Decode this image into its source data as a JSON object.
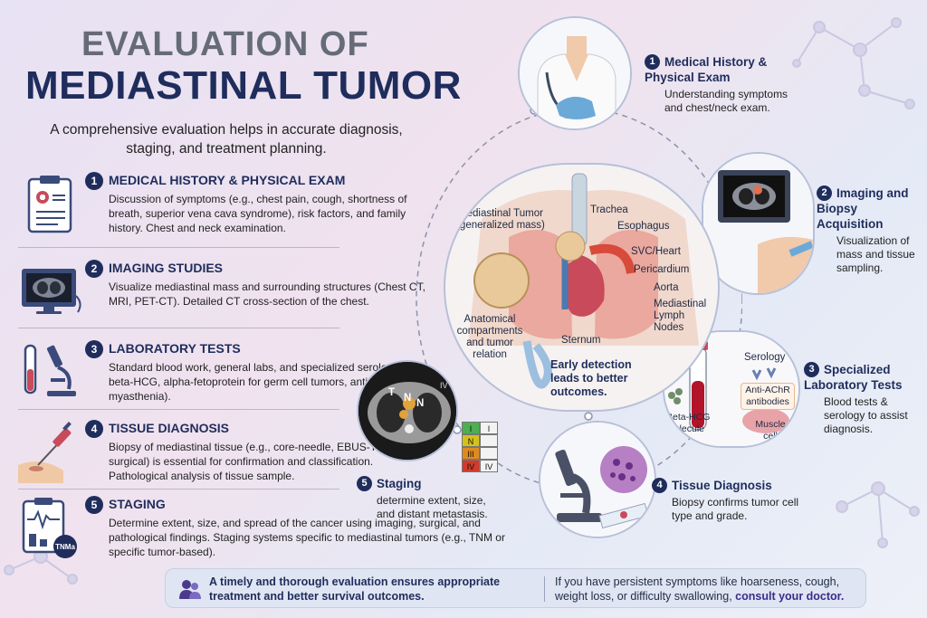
{
  "title": {
    "line1": "EVALUATION OF",
    "line2": "MEDIASTINAL TUMOR"
  },
  "subtitle": "A comprehensive evaluation helps in accurate diagnosis, staging, and treatment planning.",
  "steps": [
    {
      "num": "1",
      "head": "MEDICAL HISTORY & PHYSICAL EXAM",
      "body": "Discussion of symptoms (e.g., chest pain, cough, shortness of breath, superior vena cava syndrome), risk factors, and family history. Chest and neck examination.",
      "icon": "clipboard-icon"
    },
    {
      "num": "2",
      "head": "IMAGING STUDIES",
      "body": "Visualize mediastinal mass and surrounding structures (Chest CT, MRI, PET-CT). Detailed CT cross-section of the chest.",
      "icon": "ct-monitor-icon"
    },
    {
      "num": "3",
      "head": "LABORATORY TESTS",
      "body": "Standard blood work, general labs, and specialized serology (e.g., beta-HCG, alpha-fetoprotein for germ cell tumors, anti-AChR for myasthenia).",
      "icon": "microscope-test-tube-icon"
    },
    {
      "num": "4",
      "head": "TISSUE DIAGNOSIS",
      "body": "Biopsy of mediastinal tissue (e.g., core-needle, EBUS-TBNA, or surgical) is essential for confirmation and classification. Pathological analysis of tissue sample.",
      "icon": "biopsy-needle-icon"
    },
    {
      "num": "5",
      "head": "STAGING",
      "body": "Determine extent, size, and spread of the cancer using imaging, surgical, and pathological findings. Staging systems specific to mediastinal tumors (e.g., TNM or specific tumor-based).",
      "icon": "staging-clipboard-icon",
      "icon_text": "TNMa"
    }
  ],
  "right_steps": [
    {
      "num": "1",
      "head": "Medical History & Physical Exam",
      "body": "Understanding symptoms and chest/neck exam."
    },
    {
      "num": "2",
      "head": "Imaging and Biopsy Acquisition",
      "body": "Visualization of mass and tissue sampling."
    },
    {
      "num": "3",
      "head": "Specialized Laboratory Tests",
      "body": "Blood tests & serology to assist diagnosis."
    },
    {
      "num": "4",
      "head": "Tissue Diagnosis",
      "body": "Biopsy confirms tumor cell type and grade."
    },
    {
      "num": "5",
      "head": "Staging",
      "body": "determine extent, size, and distant metastasis."
    }
  ],
  "anatomy_labels": {
    "tumor": "Mediastinal Tumor (generalized mass)",
    "trachea": "Trachea",
    "esophagus": "Esophagus",
    "svc": "SVC/Heart",
    "pericardium": "Pericardium",
    "aorta": "Aorta",
    "lymph": "Mediastinal Lymph Nodes",
    "sternum": "Sternum",
    "compartments": "Anatomical compartments and tumor relation",
    "early": "Early detection leads to better outcomes."
  },
  "lab_labels": {
    "serology": "Serology",
    "antiachr": "Anti-AChR antibodies",
    "betahcg": "Beta-HCG molecule",
    "muscle": "Muscle cell"
  },
  "ct_labels": {
    "t": "T",
    "n1": "N",
    "n2": "N",
    "iv": "IV"
  },
  "stage_table": {
    "rows": [
      {
        "left": "I",
        "right": "I",
        "color": "#4caf50"
      },
      {
        "left": "N",
        "right": "",
        "color": "#d4c21a"
      },
      {
        "left": "III",
        "right": "",
        "color": "#e08a1e"
      },
      {
        "left": "IV",
        "right": "IV",
        "color": "#d23a2a"
      }
    ]
  },
  "bottom": {
    "left": "A timely and thorough evaluation ensures appropriate treatment and better survival outcomes.",
    "right_prefix": "If you have persistent symptoms like hoarseness, cough, weight loss, or difficulty swallowing,",
    "right_emph": "consult your doctor."
  },
  "colors": {
    "navy": "#1f2d5c",
    "accent": "#3b2c8c"
  }
}
